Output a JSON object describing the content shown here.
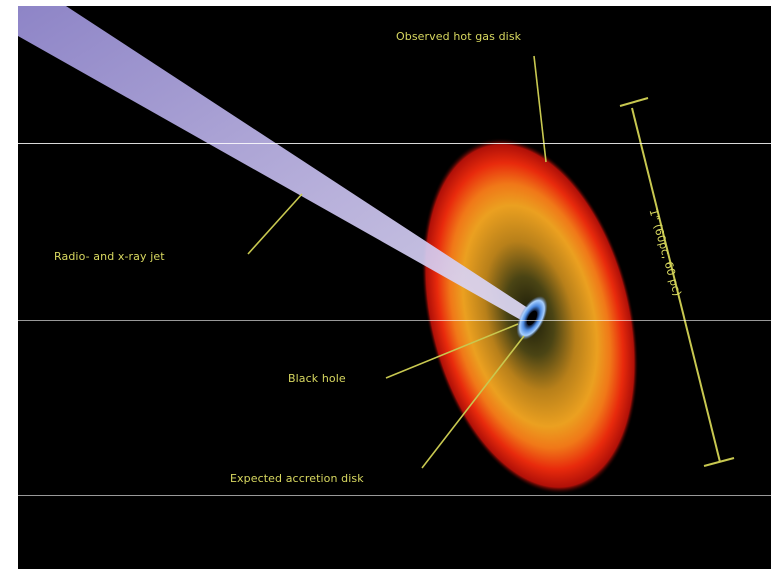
{
  "diagram": {
    "labels": {
      "observed_disk": "Observed hot gas disk",
      "jet": "Radio- and x-ray jet",
      "black_hole": "Black hole",
      "accretion_disk": "Expected accretion disk",
      "scale": "1\" (60pc, 60 pc)"
    },
    "colors": {
      "background": "#000000",
      "label_text": "#d8d860",
      "leader_lines": "#c8c850",
      "disk_outer": "#e0200a",
      "disk_mid": "#e89818",
      "disk_inner": "#3a3a10",
      "accretion": "#7fb8ff",
      "jet": "#b8b0e8"
    }
  }
}
